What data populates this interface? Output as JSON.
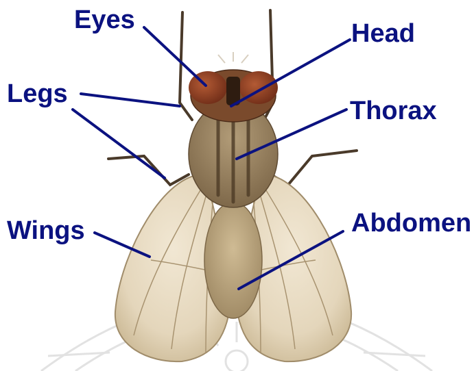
{
  "diagram": {
    "labels": {
      "eyes": "Eyes",
      "head": "Head",
      "legs": "Legs",
      "thorax": "Thorax",
      "wings": "Wings",
      "abdomen": "Abdomen"
    },
    "colors": {
      "label_text": "#0b1280",
      "leader_line": "#0b1280",
      "background": "#ffffff",
      "watermark": "#e2e2e2"
    }
  }
}
